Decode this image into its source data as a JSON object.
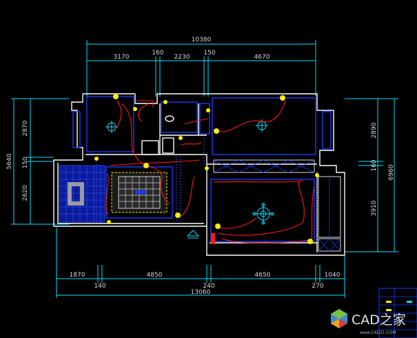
{
  "dimensions": {
    "top_total": "10380",
    "top_segments": [
      "3170",
      "160",
      "2230",
      "150",
      "4670"
    ],
    "bottom_segments_upper": [
      "1870",
      "4850",
      "4650",
      "1040"
    ],
    "bottom_segments_lower": [
      "140",
      "240",
      "270"
    ],
    "bottom_total": "13060",
    "left_total": "5640",
    "left_segments": [
      "2870",
      "150",
      "2620"
    ],
    "right_total": "6960",
    "right_segments": [
      "2890",
      "160",
      "3910"
    ]
  },
  "watermark": {
    "brand": "CAD之家",
    "url": "www.CAD21.COM"
  },
  "colors": {
    "background": "#000000",
    "dimension_lines": "#00e5ff",
    "walls": "#ffffff",
    "windows": "#1a3cff",
    "wiring": "#ff1a1a",
    "fixtures": "#ffee00"
  }
}
